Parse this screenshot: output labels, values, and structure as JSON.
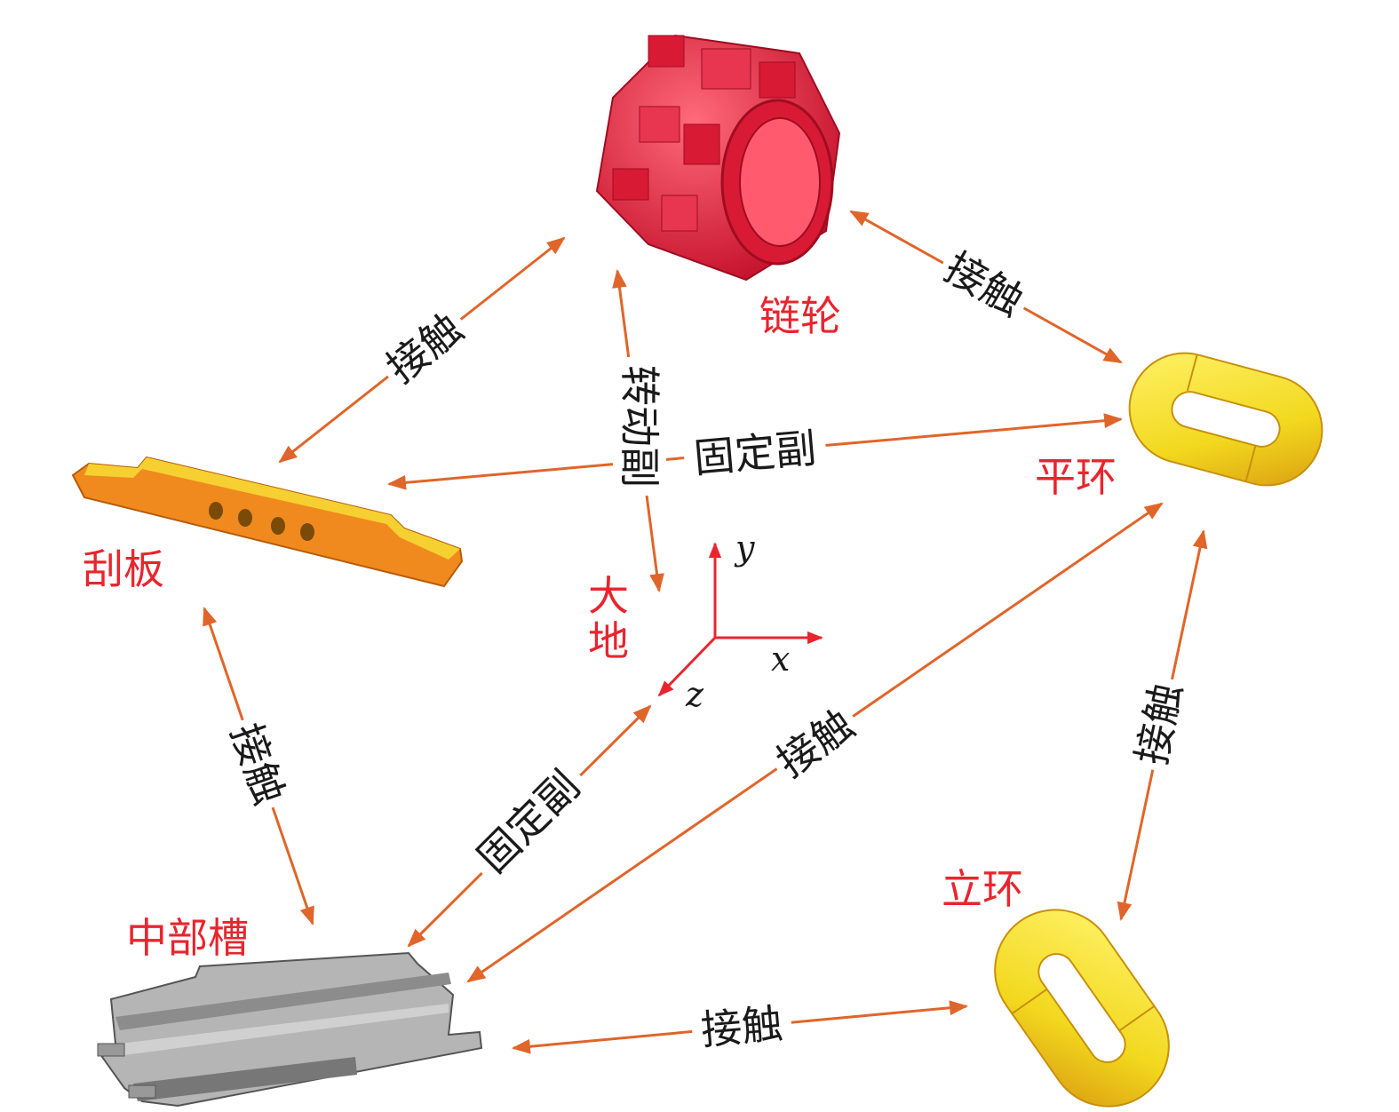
{
  "colors": {
    "arrow": "#e0652a",
    "part_label": "#e8252e",
    "sprocket": "#e8243c",
    "scraper": "#f08a1e",
    "ring": "#f2e21e",
    "trough": "#a8a8a8",
    "axis": "#e8252e"
  },
  "parts": {
    "sprocket": "链轮",
    "scraper": "刮板",
    "flat_ring": "平环",
    "vertical_ring": "立环",
    "middle_trough": "中部槽",
    "ground": [
      "大",
      "地"
    ]
  },
  "axes": {
    "x": "x",
    "y": "y",
    "z": "z"
  },
  "relations": {
    "scraper_sprocket": "接触",
    "sprocket_ground": "转动副",
    "sprocket_flat_ring": "接触",
    "flat_ring_scraper": "固定副",
    "scraper_trough": "接触",
    "trough_ground": "固定副",
    "trough_flat_ring": "接触",
    "flat_ring_vertical_ring": "接触",
    "trough_vertical_ring": "接触"
  }
}
